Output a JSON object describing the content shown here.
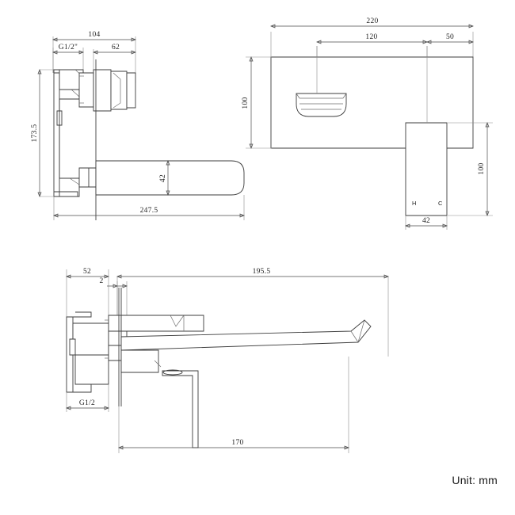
{
  "page": {
    "unit_note": "Unit: mm",
    "background": "#ffffff",
    "line_color": "#3c3c3c"
  },
  "views": {
    "side_view": {
      "name": "side-elevation-view",
      "dimensions": {
        "overall_width": "104",
        "thread_label": "G1/2\"",
        "body_depth": "62",
        "overall_height": "173.5",
        "spout_height": "42",
        "overall_length": "247.5"
      }
    },
    "front_view": {
      "name": "front-elevation-view",
      "dimensions": {
        "plate_width": "220",
        "outlet_offset": "120",
        "handle_offset": "50",
        "plate_height": "100",
        "handle_height": "100",
        "handle_width": "42"
      },
      "markers": {
        "hot_label": "H",
        "cold_label": "C"
      }
    },
    "plan_view": {
      "name": "plan-top-view",
      "dimensions": {
        "body_depth": "52",
        "plate_thickness": "2",
        "spout_reach": "195.5",
        "thread_label": "G1/2",
        "lever_offset": "170"
      }
    }
  }
}
